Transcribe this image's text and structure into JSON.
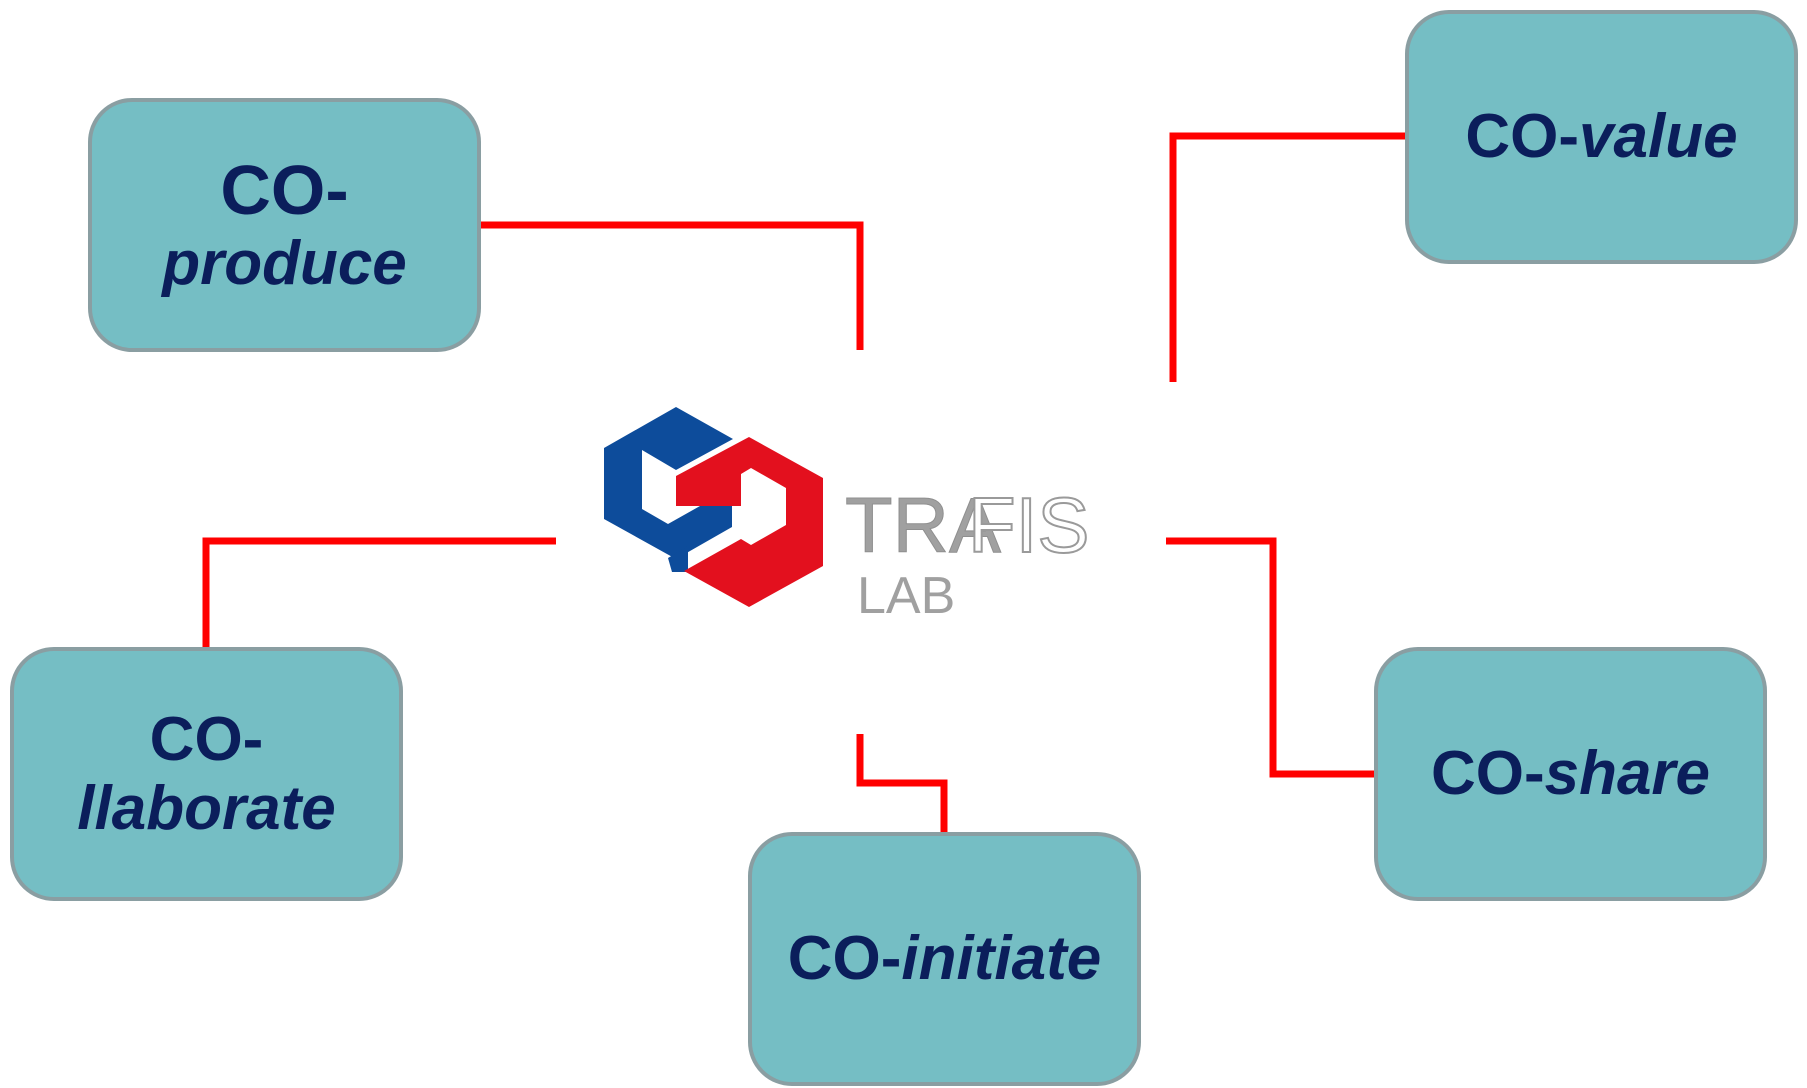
{
  "colors": {
    "node_fill": "#75bec4",
    "node_border": "#8a9ea2",
    "node_text": "#0b1e5b",
    "connector": "#ff0000",
    "logo_blue": "#0d4c9b",
    "logo_red": "#e3101e",
    "logo_text": "#a0a0a0"
  },
  "logo": {
    "name_part1": "TRA",
    "name_part2": "FIS",
    "sub": "LAB"
  },
  "nodes": {
    "produce": {
      "prefix": "CO-",
      "suffix": "produce"
    },
    "value": {
      "prefix": "CO-",
      "suffix": "value"
    },
    "llaborate": {
      "prefix": "CO-",
      "suffix": "llaborate"
    },
    "initiate": {
      "prefix": "CO-",
      "suffix": "initiate"
    },
    "share": {
      "prefix": "CO-",
      "suffix": "share"
    }
  }
}
